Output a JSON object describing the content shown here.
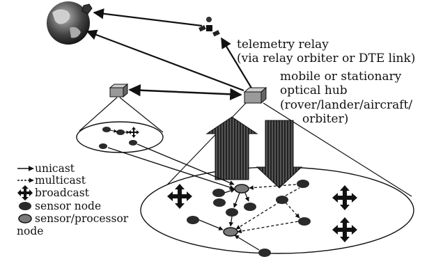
{
  "labels": {
    "telemetry_line1": "telemetry relay",
    "telemetry_line2": "(via relay orbiter or DTE link)",
    "hub_line1": "mobile or stationary",
    "hub_line2": "optical hub",
    "hub_line3": "(rover/lander/aircraft/",
    "hub_line4": "orbiter)"
  },
  "legend": {
    "unicast": "unicast",
    "multicast": "multicast",
    "broadcast": "broadcast",
    "sensor_node": "sensor node",
    "sensor_processor_line1": "sensor/processor",
    "sensor_processor_line2": "node"
  },
  "colors": {
    "ink": "#111111",
    "node_dark": "#2a2a2a",
    "node_processor": "#7a7a7a",
    "hub_fill": "#9a9a9a"
  },
  "icons": [
    "earth-icon",
    "satellite-icon",
    "optical-hub-icon"
  ]
}
